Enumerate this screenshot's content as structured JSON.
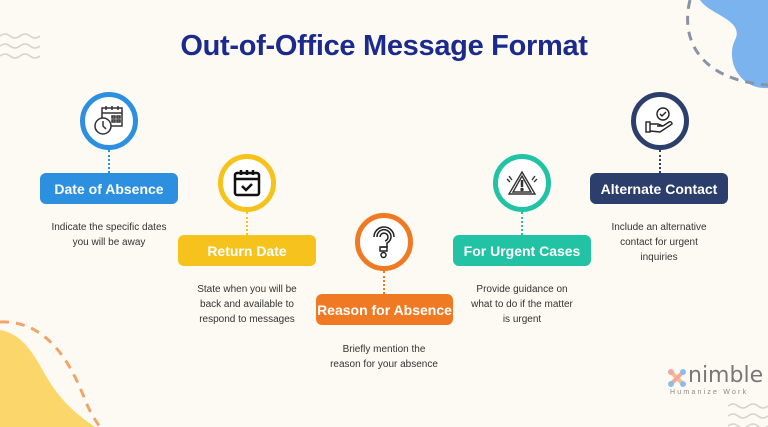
{
  "title": "Out-of-Office Message Format",
  "steps": [
    {
      "label": "Date of Absence",
      "description": "Indicate the specific dates you will be away",
      "color": "#2d8fe0",
      "icon": "calendar-clock-icon"
    },
    {
      "label": "Return Date",
      "description": "State when you will be back and available to respond to messages",
      "color": "#f6c21c",
      "icon": "calendar-check-icon"
    },
    {
      "label": "Reason for Absence",
      "description": "Briefly mention the reason for your absence",
      "color": "#f07a23",
      "icon": "question-mark-icon"
    },
    {
      "label": "For Urgent Cases",
      "description": "Provide guidance on what to do if the matter is urgent",
      "color": "#22c3a5",
      "icon": "warning-icon"
    },
    {
      "label": "Alternate Contact",
      "description": "Include an alternative contact for urgent inquiries",
      "color": "#2c3e6b",
      "icon": "hand-check-icon"
    }
  ],
  "logo": {
    "name": "nimble",
    "tagline": "Humanize Work"
  }
}
